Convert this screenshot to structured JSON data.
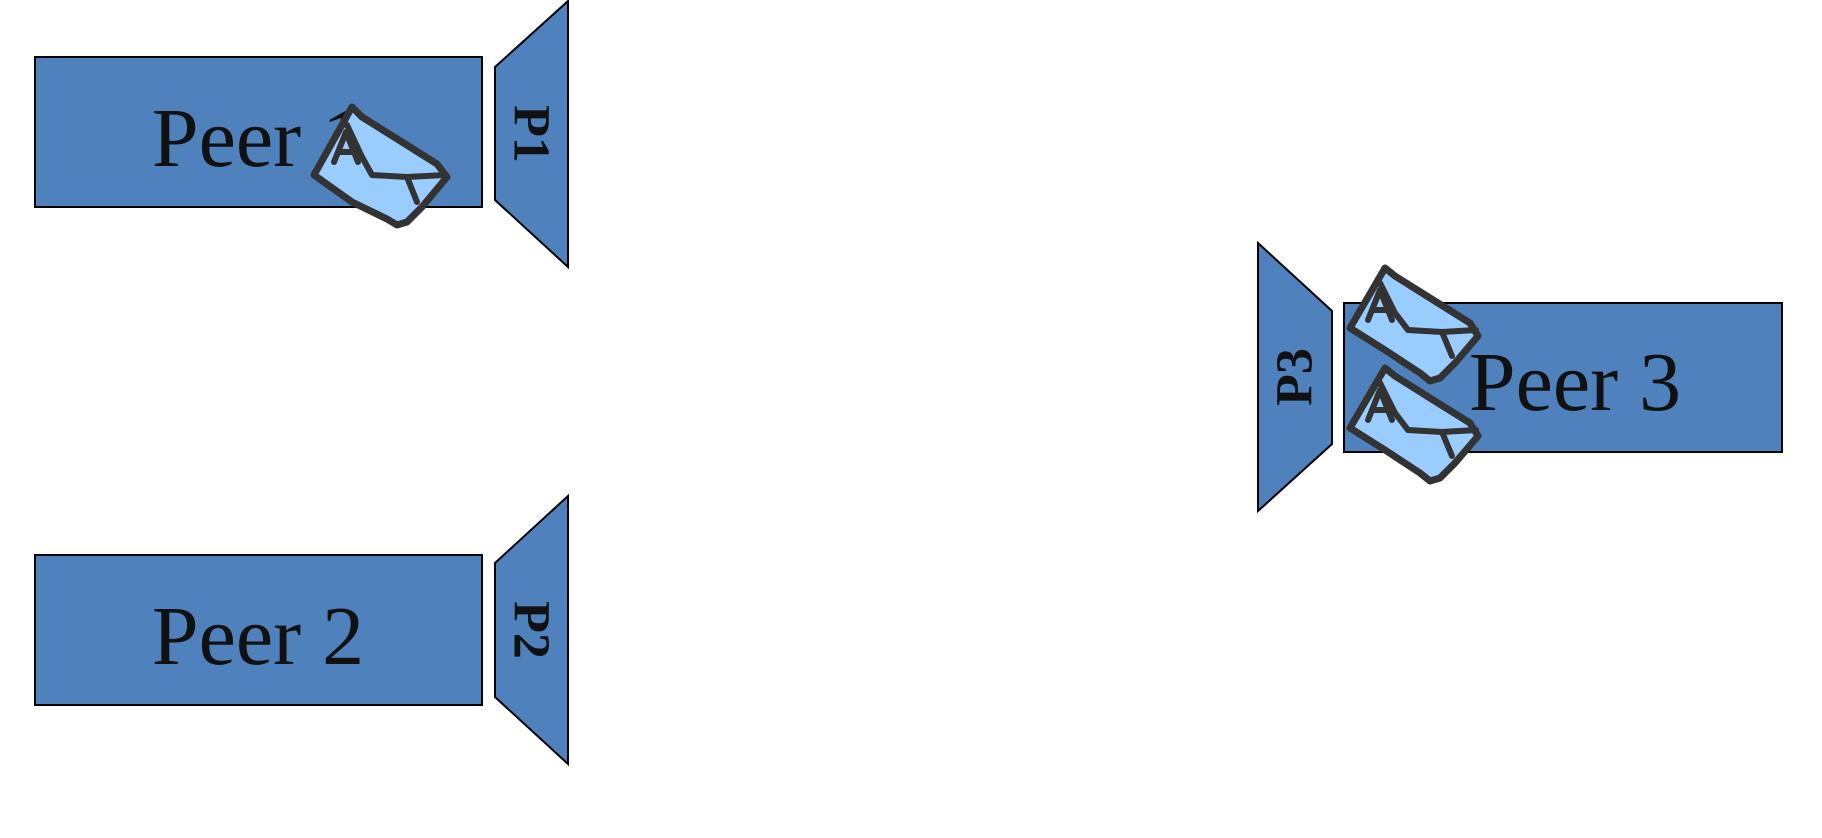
{
  "diagram": {
    "peers": [
      {
        "label": "Peer 1",
        "port": "P1"
      },
      {
        "label": "Peer 2",
        "port": "P2"
      },
      {
        "label": "Peer 3",
        "port": "P3"
      }
    ]
  },
  "colors": {
    "node_fill": "#4f81bd",
    "icon_fill": "#99ccff",
    "icon_stroke": "#333333",
    "outline": "#000000",
    "text": "#111111",
    "background": "#ffffff"
  },
  "icons": [
    "message-icon",
    "message-icon",
    "message-icon"
  ]
}
